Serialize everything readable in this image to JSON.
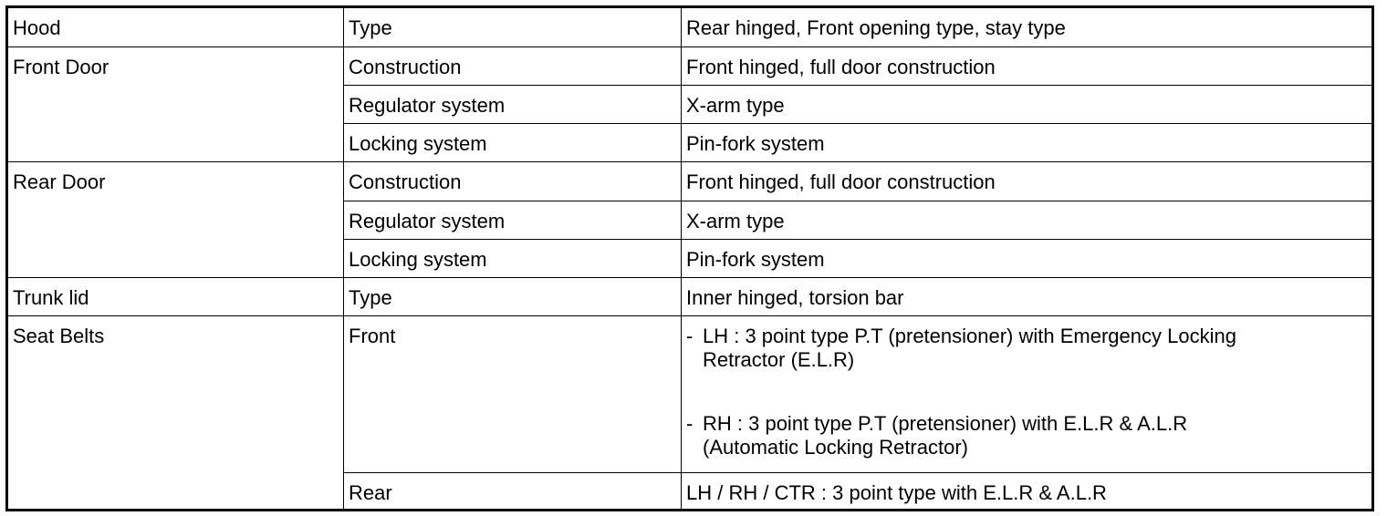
{
  "rows": [
    {
      "category": "Hood",
      "item": "Type",
      "value": "Rear hinged, Front opening type, stay type"
    },
    {
      "category": "Front Door",
      "item": "Construction",
      "value": "Front hinged, full door construction"
    },
    {
      "item": "Regulator system",
      "value": "X-arm type"
    },
    {
      "item": "Locking system",
      "value": "Pin-fork system"
    },
    {
      "category": "Rear Door",
      "item": "Construction",
      "value": "Front hinged, full door construction"
    },
    {
      "item": "Regulator system",
      "value": "X-arm type"
    },
    {
      "item": "Locking system",
      "value": "Pin-fork system"
    },
    {
      "category": "Trunk lid",
      "item": "Type",
      "value": "Inner hinged, torsion bar"
    },
    {
      "category": "Seat Belts",
      "item": "Front",
      "bullets": [
        {
          "dash": "-",
          "line1": "LH : 3 point type P.T (pretensioner) with Emergency Locking",
          "line2": "Retractor (E.L.R)"
        },
        {
          "dash": "-",
          "line1": "RH : 3 point type P.T (pretensioner) with E.L.R & A.L.R",
          "line2": "(Automatic Locking Retractor)"
        }
      ]
    },
    {
      "item": "Rear",
      "value": "LH / RH / CTR : 3 point type with E.L.R & A.L.R"
    }
  ]
}
